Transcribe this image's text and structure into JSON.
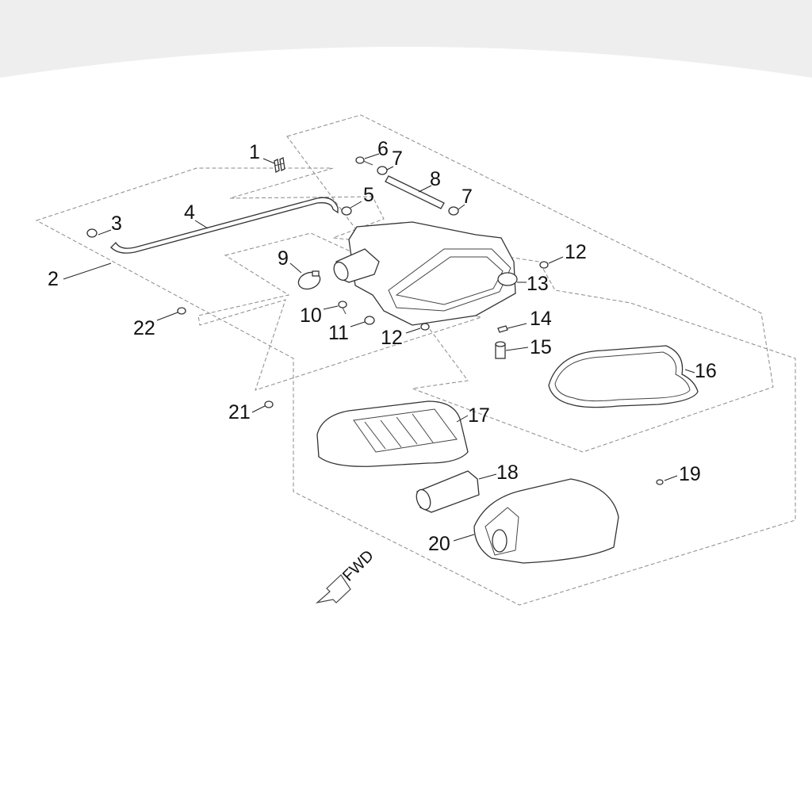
{
  "diagram": {
    "direction_label": "FWD",
    "callouts": [
      {
        "id": "c1",
        "label": "1"
      },
      {
        "id": "c2",
        "label": "2"
      },
      {
        "id": "c3",
        "label": "3"
      },
      {
        "id": "c4",
        "label": "4"
      },
      {
        "id": "c5",
        "label": "5"
      },
      {
        "id": "c6",
        "label": "6"
      },
      {
        "id": "c7a",
        "label": "7"
      },
      {
        "id": "c7b",
        "label": "7"
      },
      {
        "id": "c8",
        "label": "8"
      },
      {
        "id": "c9",
        "label": "9"
      },
      {
        "id": "c10",
        "label": "10"
      },
      {
        "id": "c11",
        "label": "11"
      },
      {
        "id": "c12a",
        "label": "12"
      },
      {
        "id": "c12b",
        "label": "12"
      },
      {
        "id": "c13",
        "label": "13"
      },
      {
        "id": "c14",
        "label": "14"
      },
      {
        "id": "c15",
        "label": "15"
      },
      {
        "id": "c16",
        "label": "16"
      },
      {
        "id": "c17",
        "label": "17"
      },
      {
        "id": "c18",
        "label": "18"
      },
      {
        "id": "c19",
        "label": "19"
      },
      {
        "id": "c20",
        "label": "20"
      },
      {
        "id": "c21",
        "label": "21"
      },
      {
        "id": "c22",
        "label": "22"
      }
    ]
  }
}
